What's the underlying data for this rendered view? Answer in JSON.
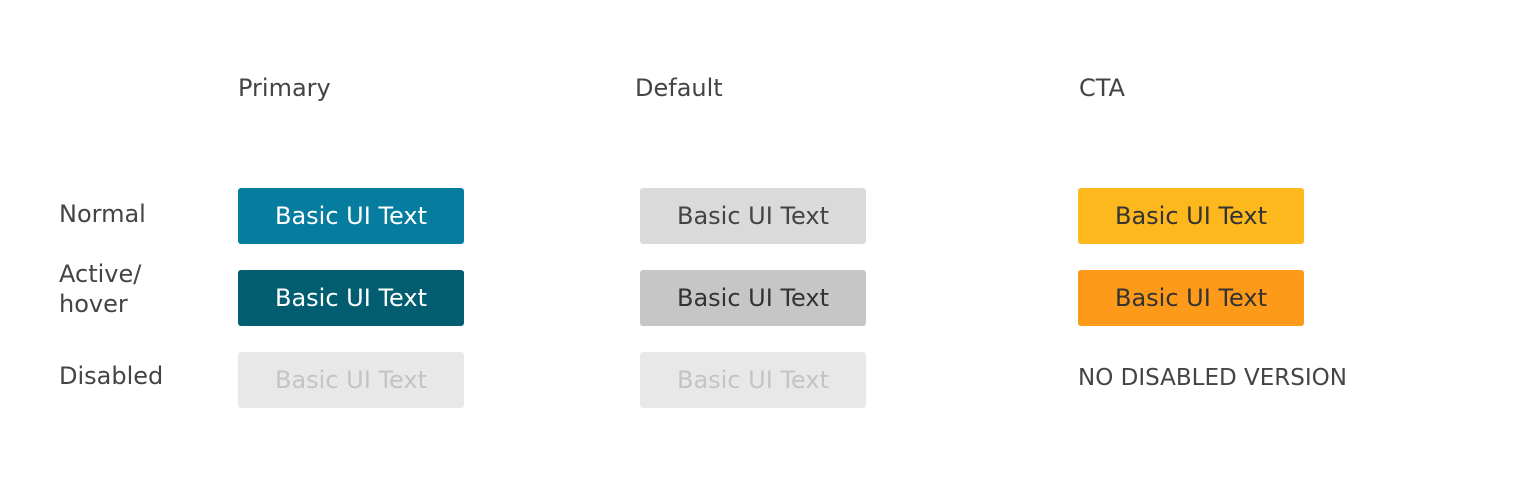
{
  "columns": [
    "Primary",
    "Default",
    "CTA"
  ],
  "rows": [
    "Normal",
    "Active/",
    "hover",
    "Disabled"
  ],
  "button_label": "Basic UI Text",
  "cta_disabled_note": "NO DISABLED VERSION",
  "colors": {
    "primary_normal": "#067d9e",
    "primary_active": "#025d71",
    "default_normal": "#dadada",
    "default_active": "#c6c6c6",
    "disabled_bg": "#e8e8e8",
    "disabled_text": "#c4c4c4",
    "cta_normal": "#fdb81e",
    "cta_active": "#fd9a1a"
  }
}
